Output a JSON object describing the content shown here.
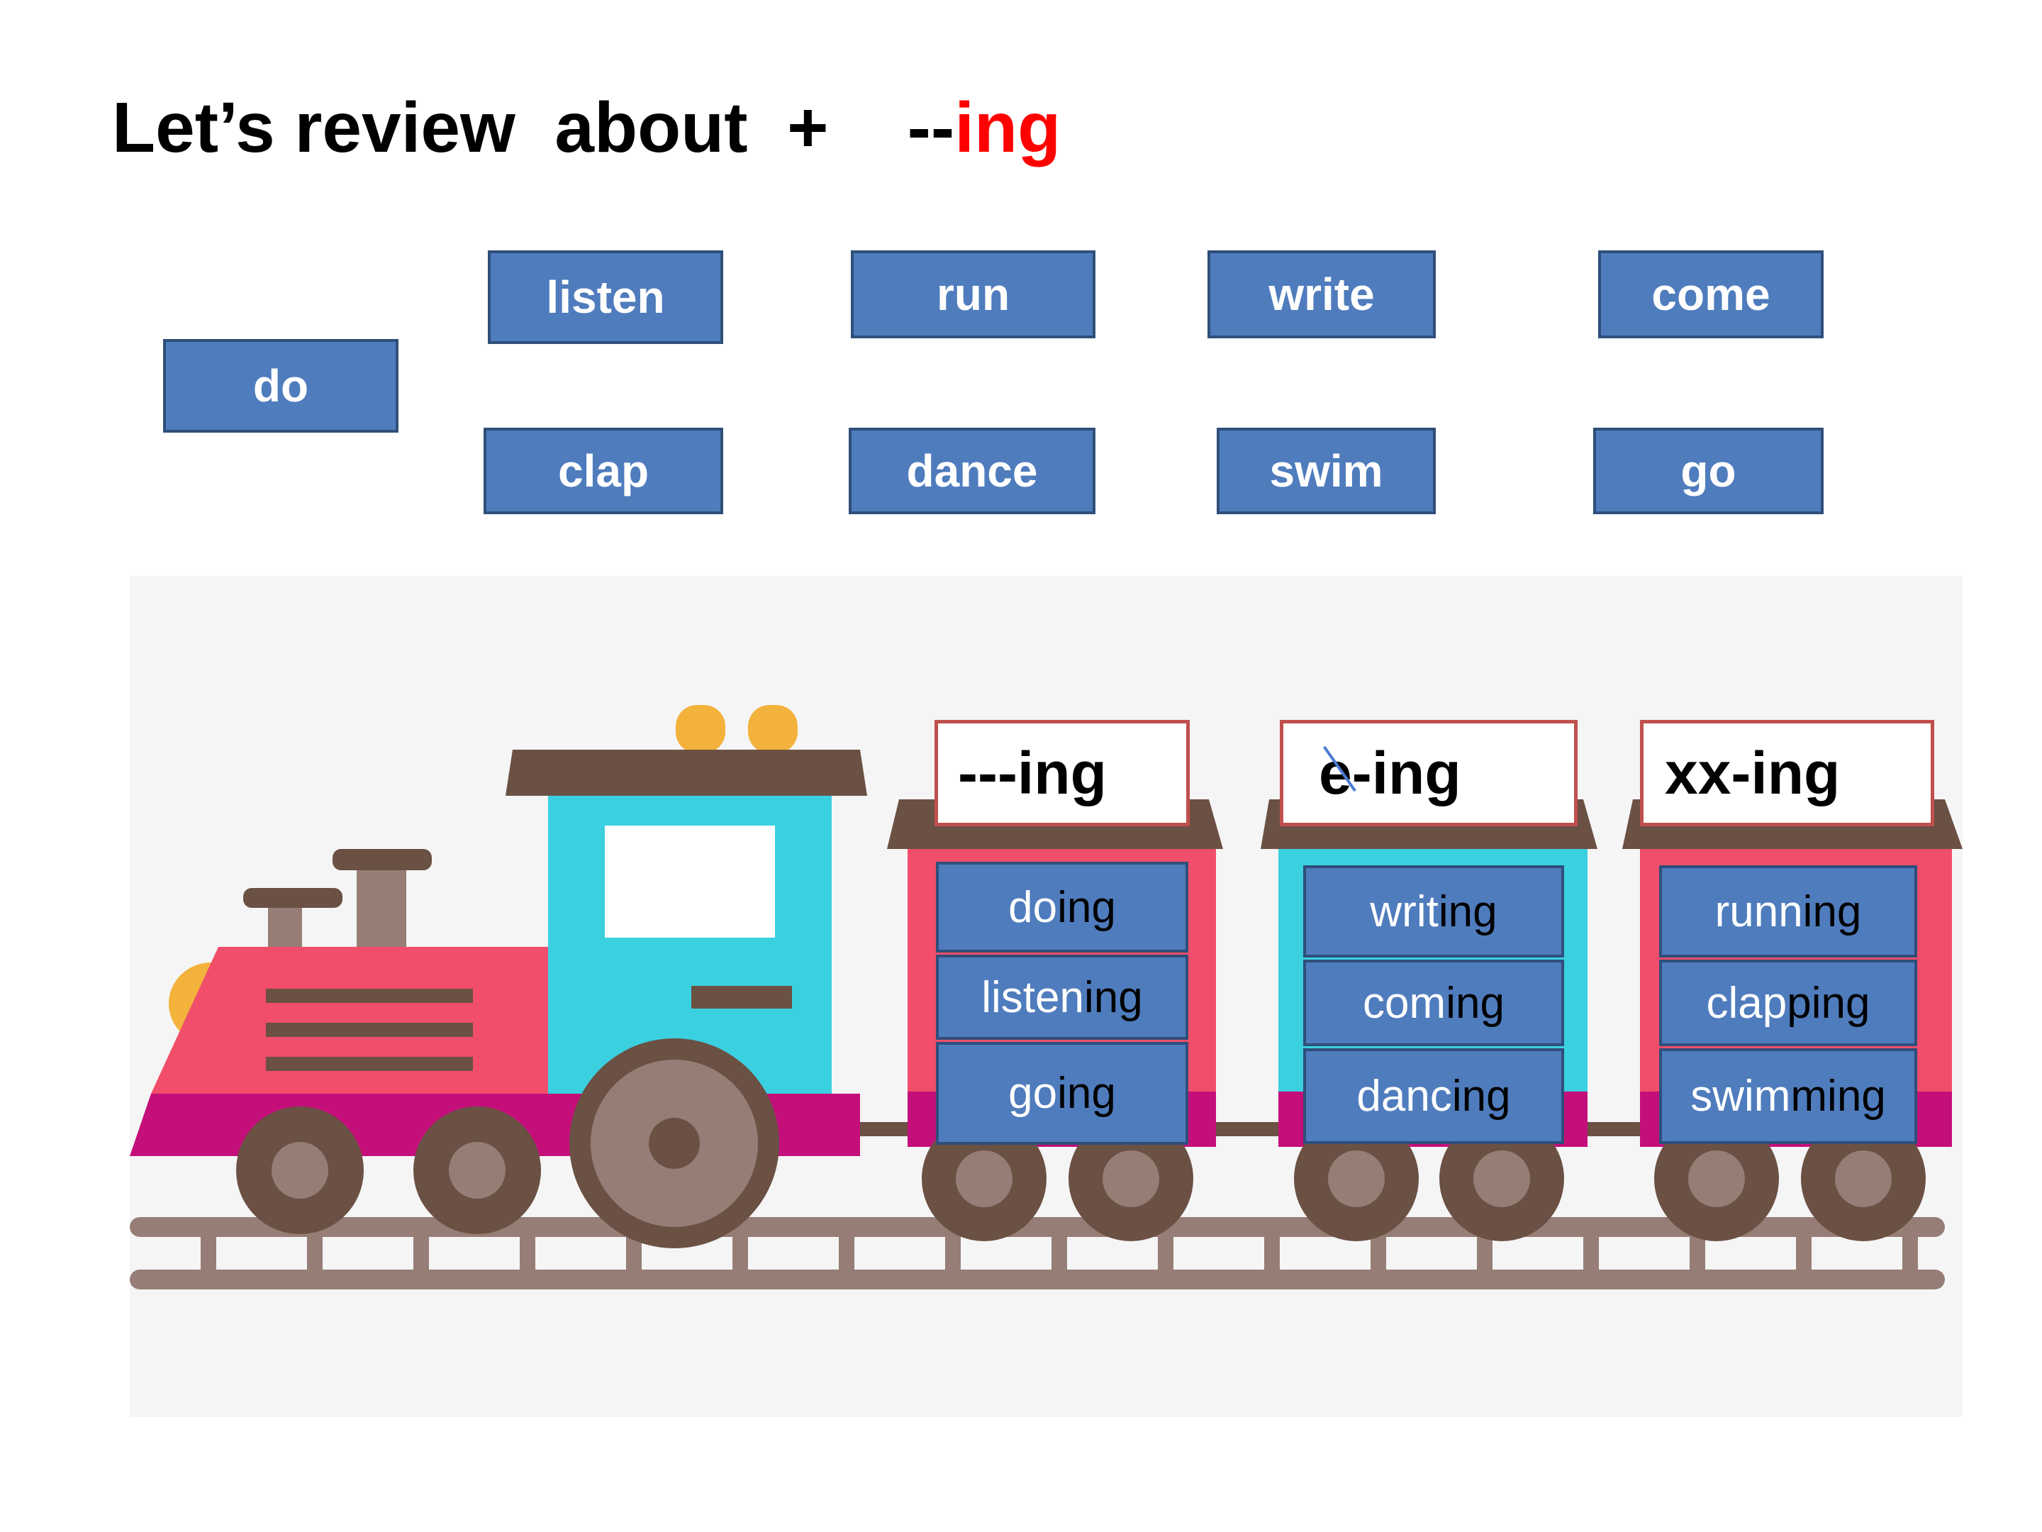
{
  "title": {
    "main": "Let’s review  about  +    --",
    "accent": "ing"
  },
  "verbs": [
    "do",
    "listen",
    "run",
    "write",
    "come",
    "clap",
    "dance",
    "swim",
    "go"
  ],
  "wagons": [
    {
      "label": "---ing",
      "words": [
        {
          "stem": "do",
          "suffix": "ing"
        },
        {
          "stem": "listen",
          "suffix": "ing"
        },
        {
          "stem": "go",
          "suffix": "ing"
        }
      ]
    },
    {
      "label_strike": "e",
      "label_rest": "-ing",
      "words": [
        {
          "stem": "writ",
          "suffix": "ing"
        },
        {
          "stem": "com",
          "suffix": "ing"
        },
        {
          "stem": "danc",
          "suffix": "ing"
        }
      ]
    },
    {
      "label": "xx-ing",
      "words": [
        {
          "stem": "runn",
          "suffix": "ing"
        },
        {
          "stem": "clap",
          "suffix": "ping"
        },
        {
          "stem": "swim",
          "suffix": "ming"
        }
      ]
    }
  ],
  "colors": {
    "accent": "#ff0000",
    "button": "#4f7cbd",
    "label_border": "#c0504d"
  }
}
